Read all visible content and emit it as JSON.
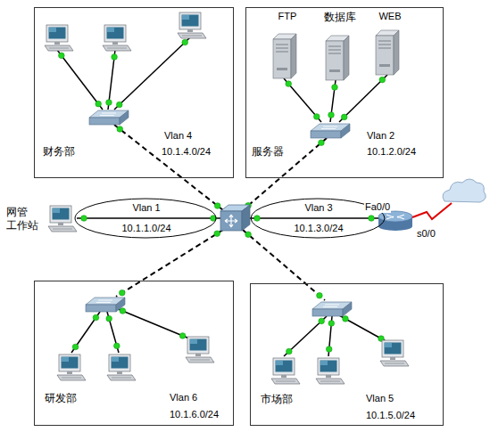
{
  "diagram": {
    "nodes": [
      {
        "text": [
          "财务部",
          "Vlan 4",
          "10.1.4.0/24"
        ]
      },
      {
        "text": [
          "服务器",
          "Vlan 2",
          "10.1.2.0/24"
        ]
      },
      {
        "text": [
          "FTP"
        ],
        "in": 1
      },
      {
        "text": [
          "数据库"
        ],
        "in": 1
      },
      {
        "text": [
          "WEB"
        ],
        "in": 1
      },
      {
        "text": [
          "Vlan 1",
          "10.1.1.0/24"
        ]
      },
      {
        "text": [
          "Vlan 3",
          "10.1.3.0/24"
        ]
      },
      {
        "text": [
          "研发部",
          "Vlan 6",
          "10.1.6.0/24"
        ]
      },
      {
        "text": [
          "市场部",
          "Vlan 5",
          "10.1.5.0/24"
        ]
      }
    ],
    "labels": [
      "网管 工作站",
      "Fa0/0",
      "s0/0"
    ]
  }
}
